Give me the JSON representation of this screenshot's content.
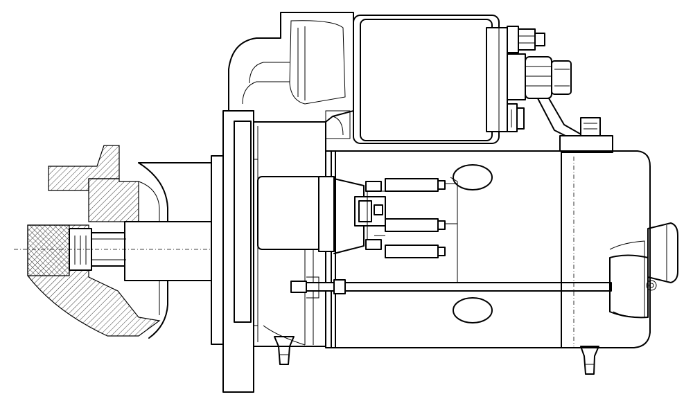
{
  "figure": {
    "kind": "technical line drawing",
    "colors": {
      "line": "#000000",
      "background": "#ffffff"
    },
    "components": [
      "flange-mount",
      "pinion-shaft",
      "solenoid",
      "terminal-nuts",
      "motor-housing",
      "brush-assembly",
      "through-bolt",
      "end-cap",
      "drain-plugs"
    ]
  }
}
